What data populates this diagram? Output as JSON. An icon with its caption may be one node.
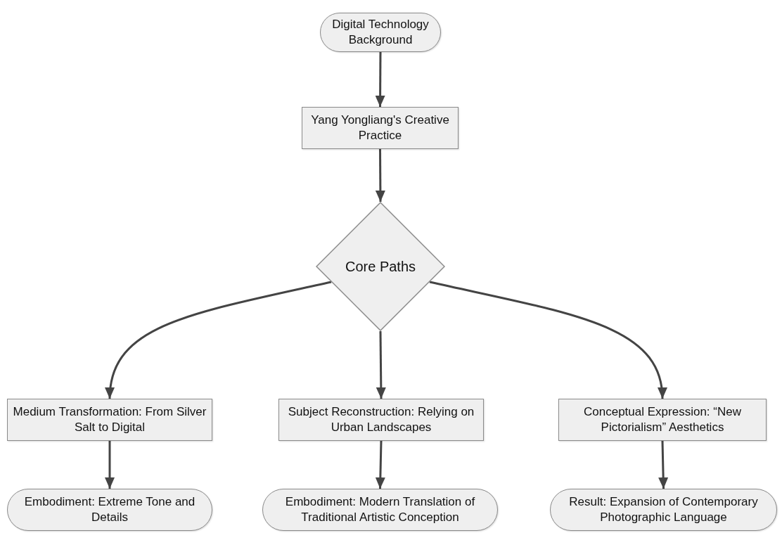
{
  "diagram": {
    "nodes": [
      {
        "text": [
          "Digital Technology Background"
        ]
      },
      {
        "text": [
          "Yang Yongliang's Creative Practice"
        ]
      },
      {
        "text": [
          "Core Paths"
        ]
      },
      {
        "text": [
          "Medium Transformation: From Silver Salt to Digital"
        ]
      },
      {
        "text": [
          "Subject Reconstruction: Relying on Urban Landscapes"
        ]
      },
      {
        "text": [
          "Conceptual Expression: “New Pictorialism” Aesthetics"
        ]
      },
      {
        "text": [
          "Embodiment: Extreme Tone and Details"
        ]
      },
      {
        "text": [
          "Embodiment: Modern Translation of Traditional Artistic Conception"
        ]
      },
      {
        "text": [
          "Result: Expansion of Contemporary Photographic Language"
        ]
      }
    ],
    "edges": [
      {
        "from": 0,
        "to": 1,
        "arrow": "to"
      },
      {
        "from": 1,
        "to": 2,
        "arrow": "to"
      },
      {
        "from": 2,
        "to": 3,
        "arrow": "to"
      },
      {
        "from": 2,
        "to": 4,
        "arrow": "to"
      },
      {
        "from": 2,
        "to": 5,
        "arrow": "to"
      },
      {
        "from": 3,
        "to": 6,
        "arrow": "to"
      },
      {
        "from": 4,
        "to": 7,
        "arrow": "to"
      },
      {
        "from": 5,
        "to": 8,
        "arrow": "to"
      }
    ]
  }
}
